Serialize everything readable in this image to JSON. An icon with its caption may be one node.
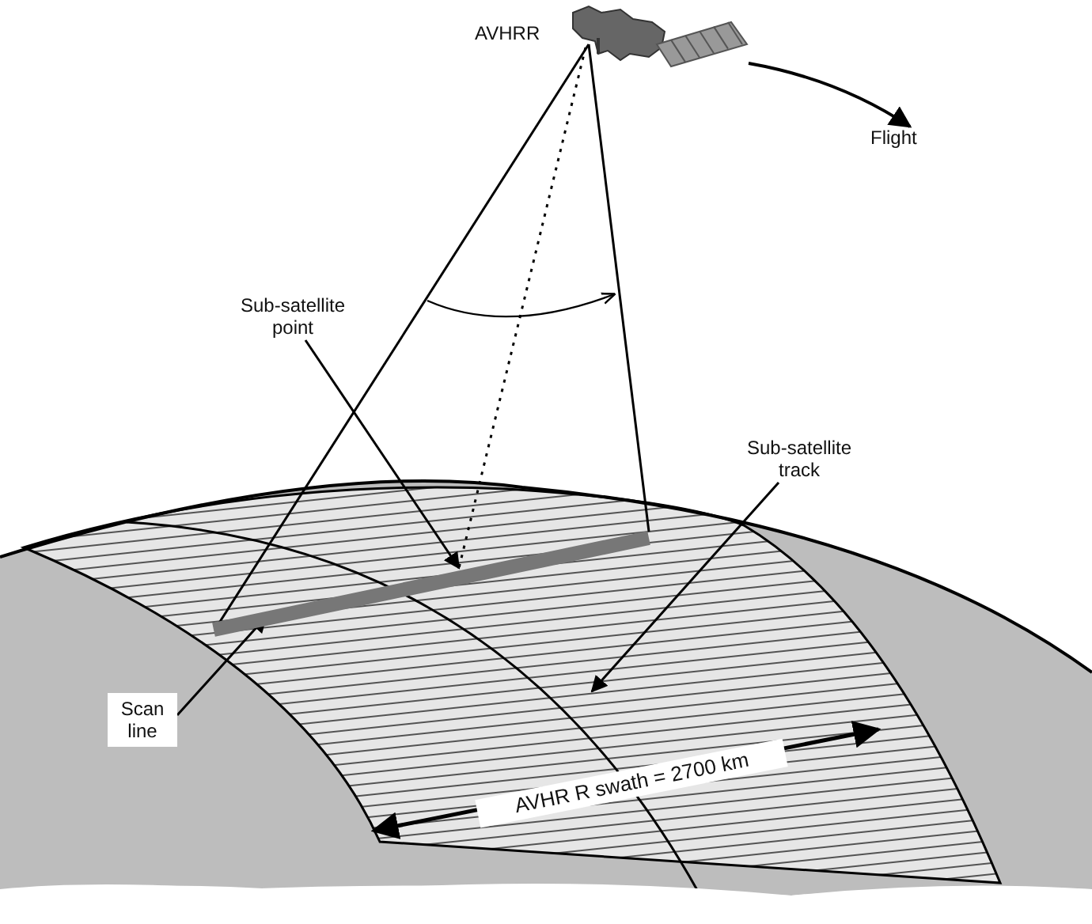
{
  "diagram": {
    "nodes": [
      {
        "text": [],
        "shape": "picture",
        "beside": [
          "AVHRR"
        ]
      },
      {
        "text": [
          "Sub-satellite point"
        ]
      },
      {
        "text": [
          "Sub-satellite track"
        ]
      },
      {
        "text": [
          "Scan line"
        ]
      },
      {
        "text": [],
        "shape": "bar"
      }
    ],
    "edges": [
      {
        "from": 1,
        "to": 4,
        "arrow": "to"
      },
      {
        "from": 2,
        "to": null,
        "arrow": "to"
      },
      {
        "from": 3,
        "to": 4,
        "arrow": "to"
      },
      {
        "from": 0,
        "to": 4,
        "arrow": "none"
      },
      {
        "from": 0,
        "to": 4,
        "arrow": "none"
      },
      {
        "from": 0,
        "to": 4,
        "arrow": "none",
        "style": "dashed"
      }
    ],
    "labels": [
      "Flight",
      "AVHR R swath = 2700 km"
    ]
  }
}
